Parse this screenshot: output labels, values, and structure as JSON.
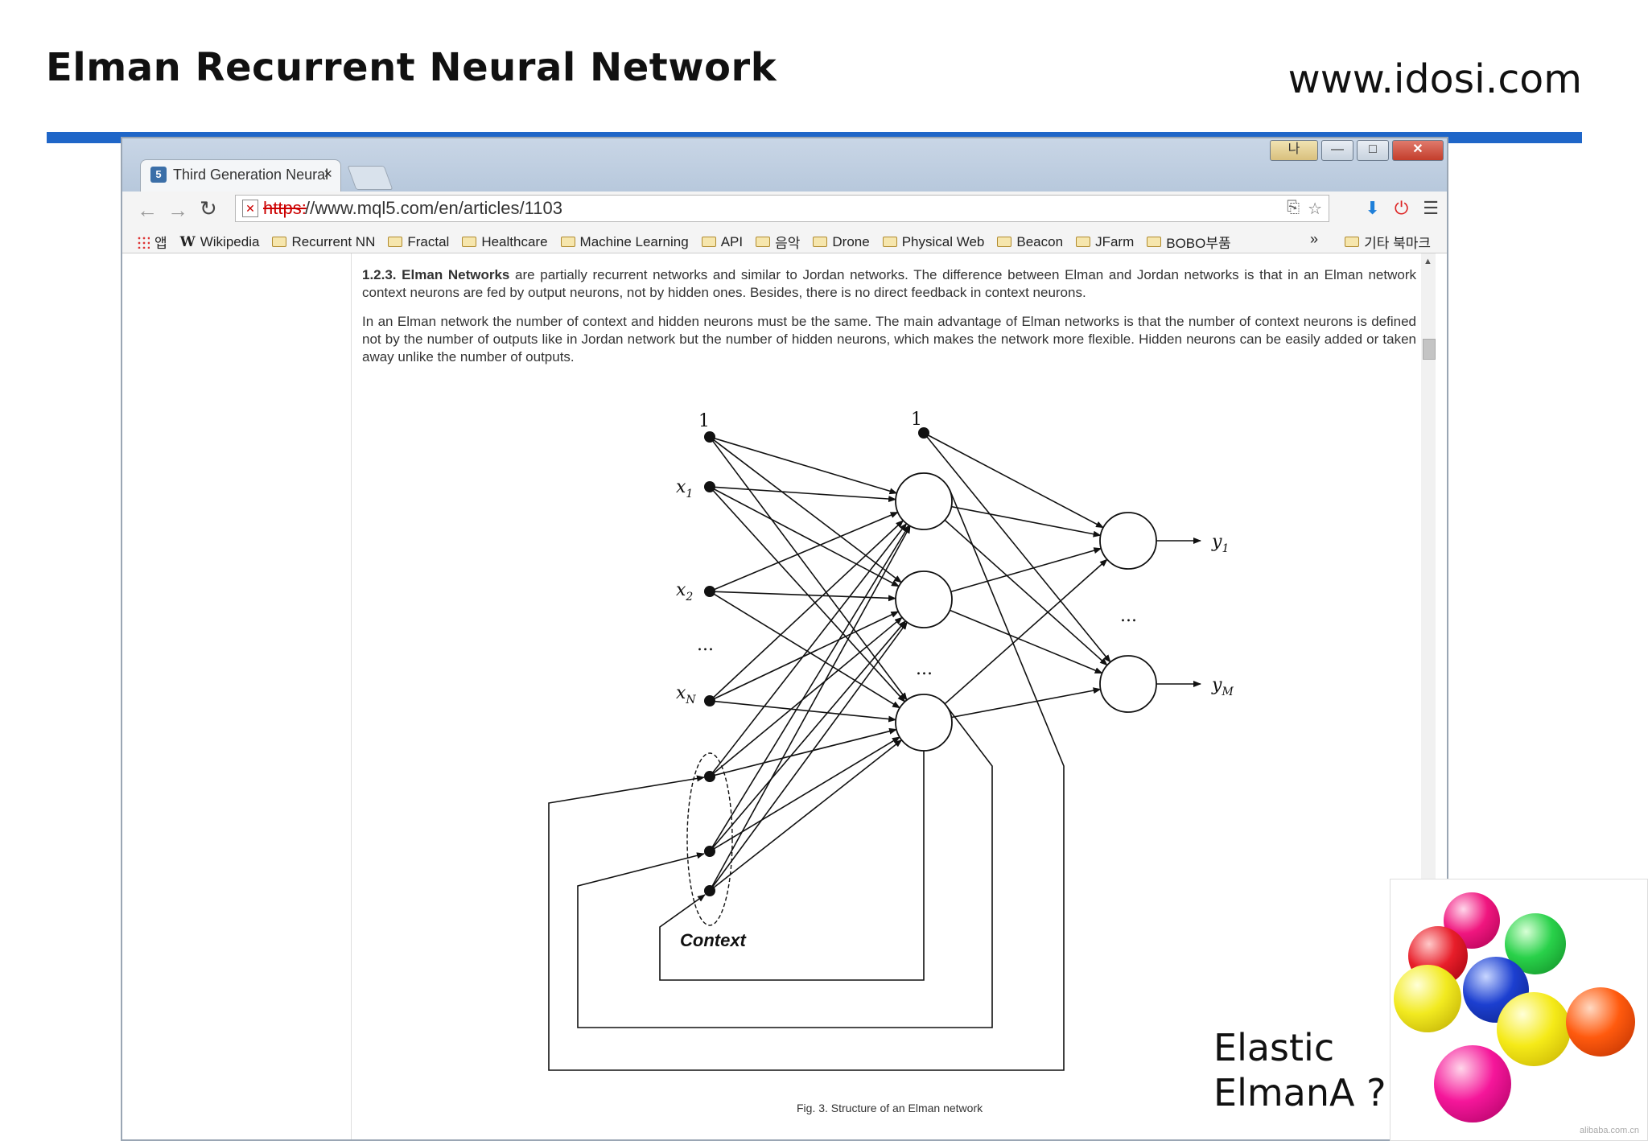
{
  "slide": {
    "title": "Elman Recurrent Neural Network",
    "site": "www.idosi.com"
  },
  "browser": {
    "tab_title": "Third Generation Neural",
    "tab_close": "×",
    "url_scheme": "https:",
    "url_rest": "//www.mql5.com/en/articles/1103",
    "bookmarks": [
      "앱",
      "Wikipedia",
      "Recurrent NN",
      "Fractal",
      "Healthcare",
      "Machine Learning",
      "API",
      "음악",
      "Drone",
      "Physical Web",
      "Beacon",
      "JFarm",
      "BOBO부품"
    ],
    "bookmarks_overflow": "»",
    "other_bookmarks": "기타 북마크",
    "window_controls": {
      "user": "나",
      "minimize": "—",
      "maximize": "□",
      "close": "✕"
    },
    "icons": {
      "back": "arrow-left-icon",
      "forward": "arrow-right-icon",
      "reload": "reload-icon",
      "star": "star-icon",
      "menu": "menu-icon"
    }
  },
  "article": {
    "p1_heading": "1.2.3. Elman Networks",
    "p1_text": " are partially recurrent networks and similar to Jordan networks. The difference between Elman and Jordan networks is that in an Elman network context neurons are fed by output neurons, not by hidden ones. Besides, there is no direct feedback in context neurons.",
    "p2_text": "In an Elman network the number of context and hidden neurons must be the same. The main advantage of Elman networks is that the number of context neurons is defined not by the number of outputs like in Jordan network but the number of hidden neurons, which makes the network more flexible. Hidden neurons can be easily added or taken away unlike the number of outputs."
  },
  "diagram": {
    "bias_label": "1",
    "hidden_bias_label": "1",
    "x1": "x",
    "x1_sub": "1",
    "x2": "x",
    "x2_sub": "2",
    "xN": "x",
    "xN_sub": "N",
    "dots": "...",
    "y1": "y",
    "y1_sub": "1",
    "yM": "y",
    "yM_sub": "M",
    "context_label": "Context",
    "caption": "Fig. 3. Structure of an Elman network"
  },
  "note": {
    "line1": "Elastic",
    "line2": "ElmanA ?"
  },
  "image_credit": "alibaba.com.cn"
}
